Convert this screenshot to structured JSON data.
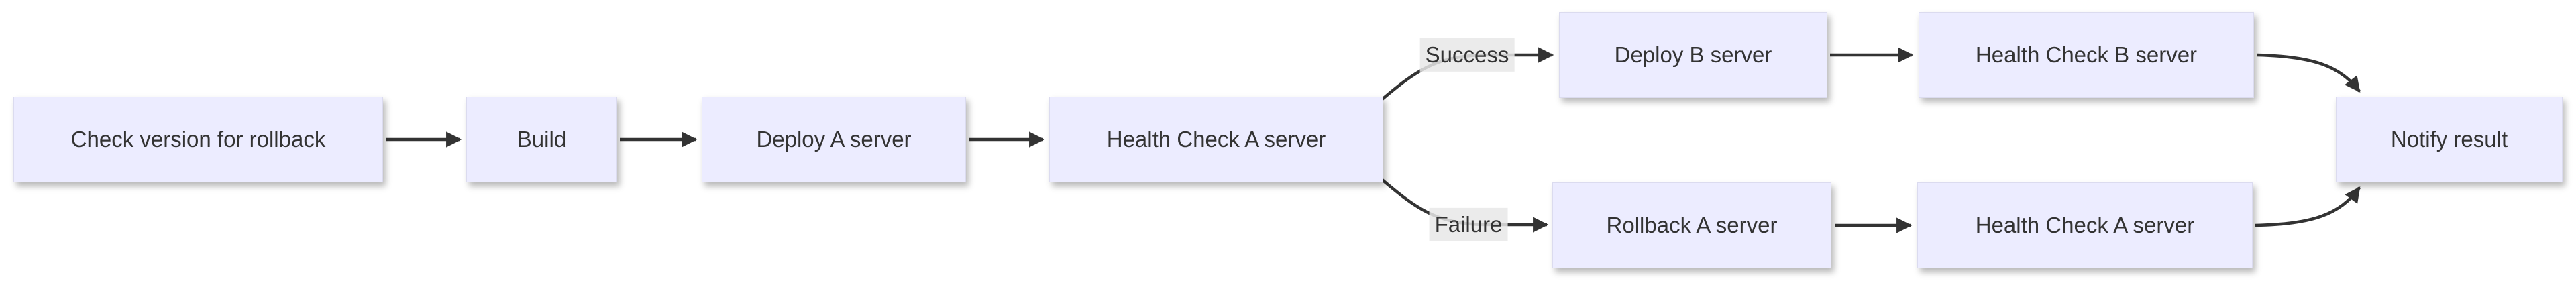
{
  "diagram": {
    "type": "flowchart",
    "direction": "left-to-right",
    "colors": {
      "background": "#FFFFFF",
      "node_fill": "#ECECFF",
      "node_border": "#DBDBEF",
      "node_text": "#333333",
      "edge_line": "#333333",
      "edge_label_bg": "#E8E8E8",
      "edge_label_text": "#333333"
    },
    "nodes": [
      {
        "id": "check-version",
        "label": "Check version for rollback"
      },
      {
        "id": "build",
        "label": "Build"
      },
      {
        "id": "deploy-a",
        "label": "Deploy A server"
      },
      {
        "id": "hc-a",
        "label": "Health Check A server"
      },
      {
        "id": "deploy-b",
        "label": "Deploy B server"
      },
      {
        "id": "hc-b",
        "label": "Health Check B server"
      },
      {
        "id": "rollback-a",
        "label": "Rollback A server"
      },
      {
        "id": "hc-a-2",
        "label": "Health Check A server"
      },
      {
        "id": "notify",
        "label": "Notify result"
      }
    ],
    "edges": [
      {
        "from": "check-version",
        "to": "build",
        "label": ""
      },
      {
        "from": "build",
        "to": "deploy-a",
        "label": ""
      },
      {
        "from": "deploy-a",
        "to": "hc-a",
        "label": ""
      },
      {
        "from": "hc-a",
        "to": "deploy-b",
        "label": "Success"
      },
      {
        "from": "hc-a",
        "to": "rollback-a",
        "label": "Failure"
      },
      {
        "from": "deploy-b",
        "to": "hc-b",
        "label": ""
      },
      {
        "from": "rollback-a",
        "to": "hc-a-2",
        "label": ""
      },
      {
        "from": "hc-b",
        "to": "notify",
        "label": ""
      },
      {
        "from": "hc-a-2",
        "to": "notify",
        "label": ""
      }
    ]
  }
}
